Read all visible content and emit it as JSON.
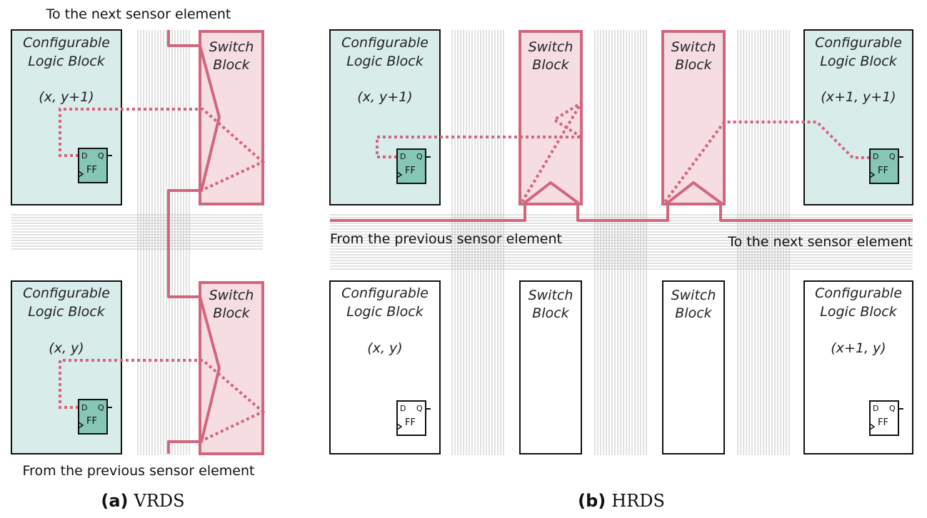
{
  "colors": {
    "clb_fill": "#d8ece9",
    "ff_fill": "#86c7b4",
    "route": "#d2667e",
    "switch_fill": "#f5dde2",
    "wire_grid": "#b5b5b5",
    "outline": "#111111"
  },
  "left": {
    "top_note": "To the next sensor element",
    "bottom_note": "From the previous sensor element",
    "clb_top": {
      "line1": "Configurable",
      "line2": "Logic Block",
      "coord": "(x, y+1)"
    },
    "clb_bottom": {
      "line1": "Configurable",
      "line2": "Logic Block",
      "coord": "(x, y)"
    },
    "switch_top": {
      "line1": "Switch",
      "line2": "Block"
    },
    "switch_bottom": {
      "line1": "Switch",
      "line2": "Block"
    },
    "caption_bold": "(a)",
    "caption_name": "VRDS"
  },
  "right": {
    "from_note": "From the previous sensor element",
    "to_note": "To the next sensor element",
    "clb_tl": {
      "line1": "Configurable",
      "line2": "Logic Block",
      "coord": "(x, y+1)"
    },
    "clb_tr": {
      "line1": "Configurable",
      "line2": "Logic Block",
      "coord": "(x+1, y+1)"
    },
    "clb_bl": {
      "line1": "Configurable",
      "line2": "Logic Block",
      "coord": "(x, y)"
    },
    "clb_br": {
      "line1": "Configurable",
      "line2": "Logic Block",
      "coord": "(x+1, y)"
    },
    "switch_t1": {
      "line1": "Switch",
      "line2": "Block"
    },
    "switch_t2": {
      "line1": "Switch",
      "line2": "Block"
    },
    "switch_b1": {
      "line1": "Switch",
      "line2": "Block"
    },
    "switch_b2": {
      "line1": "Switch",
      "line2": "Block"
    },
    "caption_bold": "(b)",
    "caption_name": "HRDS"
  },
  "ff": {
    "d": "D",
    "q": "Q",
    "name": "FF"
  }
}
